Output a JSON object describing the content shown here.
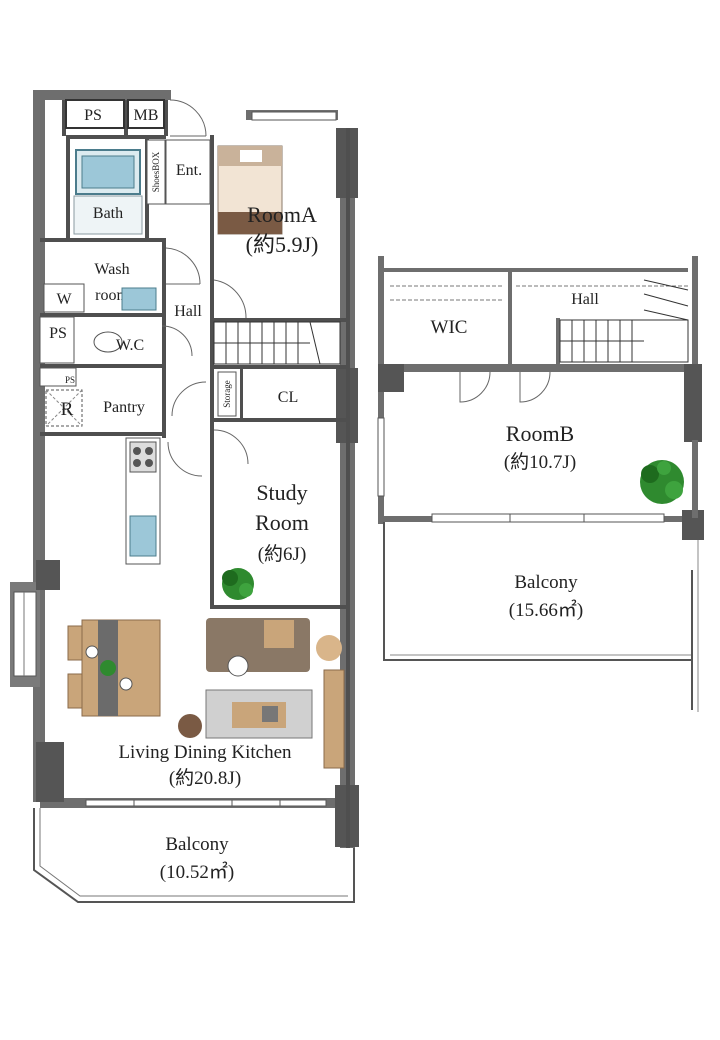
{
  "floor_plan": {
    "rooms": {
      "ps_top": "PS",
      "mb": "MB",
      "entrance": "Ent.",
      "shoes_box": "ShoesBOX",
      "bath": "Bath",
      "room_a_name": "RoomA",
      "room_a_size": "(約5.9J)",
      "wash_line1": "Wash",
      "wash_line2": "room",
      "washer": "W",
      "hall_main": "Hall",
      "ps_left": "PS",
      "wc": "W.C",
      "ps_small": "PS",
      "refrigerator": "R",
      "pantry": "Pantry",
      "storage": "Storage",
      "closet": "CL",
      "study_line1": "Study",
      "study_line2": "Room",
      "study_size": "(約6J)",
      "ldk_name": "Living Dining Kitchen",
      "ldk_size": "(約20.8J)",
      "balcony_main_name": "Balcony",
      "balcony_main_size": "(10.52㎡)",
      "wic": "WIC",
      "hall_upper": "Hall",
      "room_b_name": "RoomB",
      "room_b_size": "(約10.7J)",
      "balcony_upper_name": "Balcony",
      "balcony_upper_size": "(15.66㎡)"
    },
    "colors": {
      "wall": "#6e6e6e",
      "wall_dark": "#555555",
      "floor": "#ffffff",
      "wood": "#c9a57a",
      "sofa": "#8a7866",
      "plant": "#2f8a2f",
      "water": "#9cc7d8"
    }
  }
}
